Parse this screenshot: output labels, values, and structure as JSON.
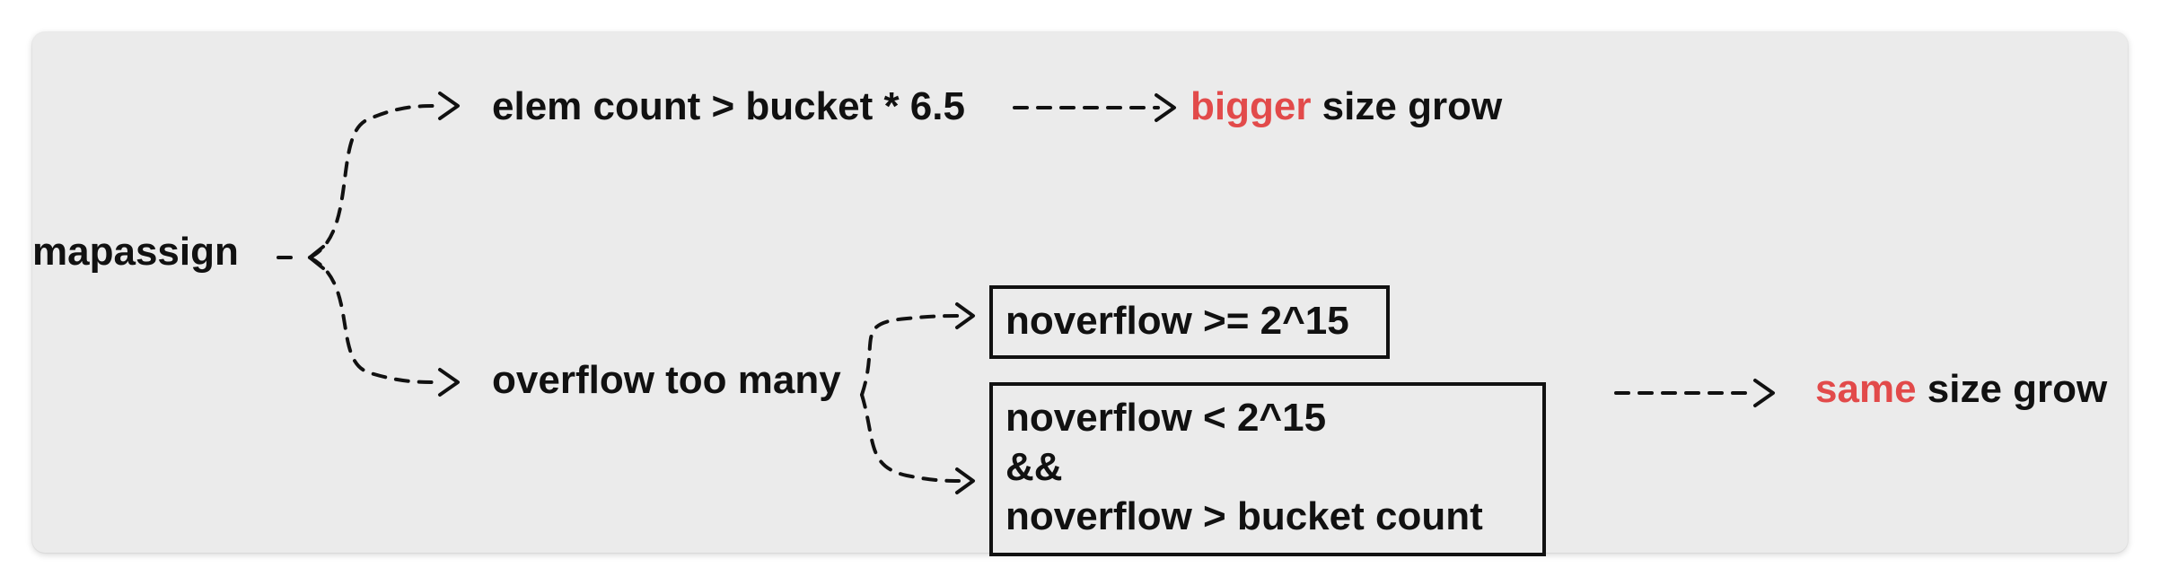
{
  "nodes": {
    "root": "mapassign",
    "cond_elem": "elem count > bucket * 6.5",
    "result_bigger": {
      "accent": "bigger",
      "rest": " size grow"
    },
    "cond_overflow": "overflow too many",
    "box_a": {
      "line1": "noverflow >= 2^15"
    },
    "box_b": {
      "line1": "noverflow < 2^15",
      "line2": "&&",
      "line3": "noverflow > bucket count"
    },
    "result_same": {
      "accent": "same",
      "rest": " size grow"
    }
  },
  "colors": {
    "background": "#ebebeb",
    "text": "#111111",
    "accent": "#e24a4a"
  }
}
